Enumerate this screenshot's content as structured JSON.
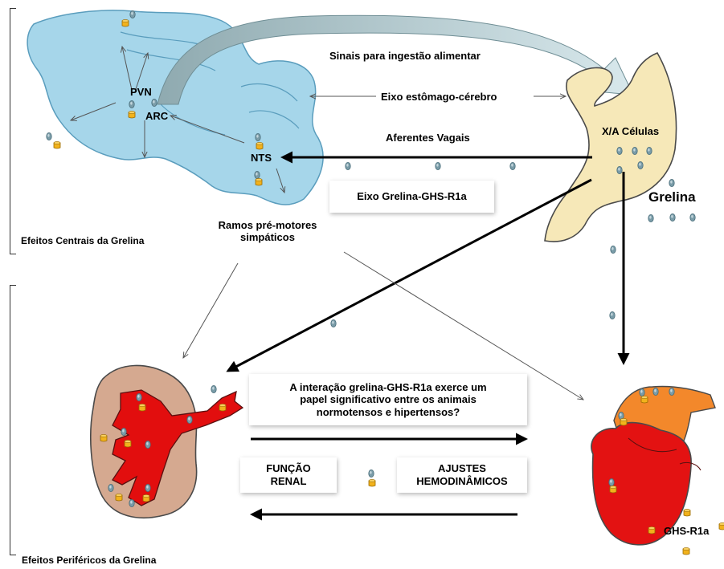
{
  "labels": {
    "pvn": "PVN",
    "arc": "ARC",
    "nts": "NTS",
    "xa_cells": "X/A Células",
    "grelina": "Grelina",
    "ghs_r1a": "GHS-R1a",
    "sinais": "Sinais para ingestão alimentar",
    "eixo_estomago": "Eixo estômago-cérebro",
    "aferentes": "Aferentes Vagais",
    "ramos_line1": "Ramos pré-motores",
    "ramos_line2": "simpáticos",
    "efeitos_centrais": "Efeitos Centrais da Grelina",
    "efeitos_perifericos": "Efeitos Periféricos da Grelina"
  },
  "boxes": {
    "eixo_grelina": "Eixo Grelina-GHS-R1a",
    "question_line1": "A interação grelina-GHS-R1a exerce um",
    "question_line2": "papel significativo entre os animais",
    "question_line3": "normotensos e hipertensos?",
    "funcao_line1": "FUNÇÃO",
    "funcao_line2": "RENAL",
    "ajustes_line1": "AJUSTES",
    "ajustes_line2": "HEMODINÂMICOS"
  },
  "colors": {
    "brain": "#A6D6EA",
    "brain_stroke": "#5A9DBD",
    "stomach": "#F6E8B8",
    "stomach_stroke": "#4A4A4A",
    "kidney_outer": "#D5A990",
    "kidney_inner": "#E20E0E",
    "heart_red": "#E31212",
    "heart_orange": "#F3882B",
    "ghrelin_dot": "#7A9CA8",
    "receptor": "#F2B21C",
    "curved_arrow": "#9FB9BE"
  }
}
